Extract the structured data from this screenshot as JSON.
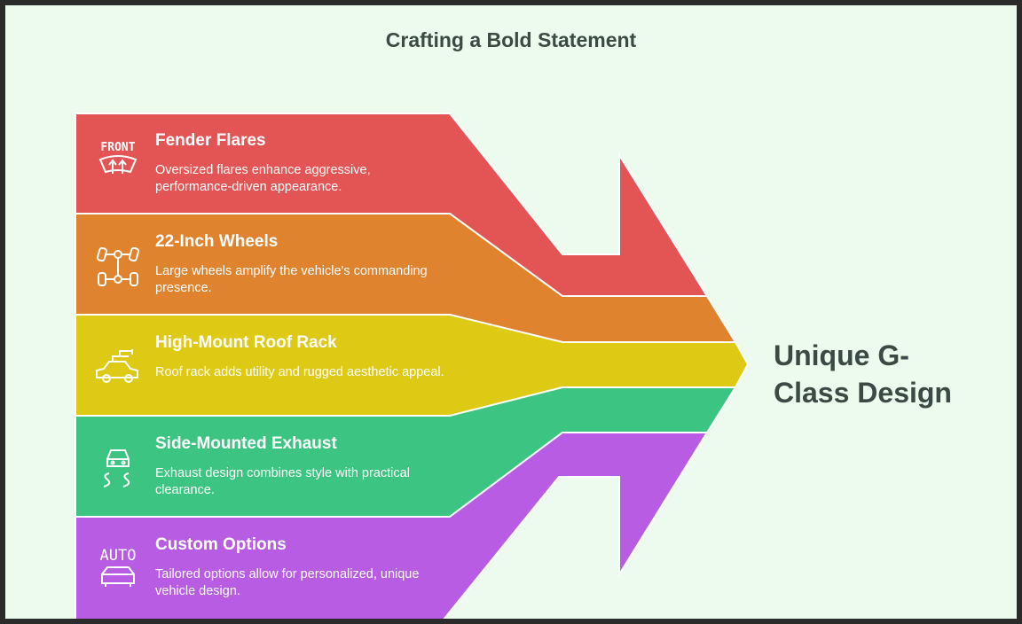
{
  "title": "Crafting a Bold Statement",
  "result": "Unique G-Class Design",
  "colors": {
    "red": "#e35454",
    "orange": "#e0832f",
    "yellow": "#dec914",
    "green": "#3cc482",
    "purple": "#b75ce3"
  },
  "items": [
    {
      "title": "Fender Flares",
      "description": "Oversized flares enhance aggressive, performance-driven appearance.",
      "icon": "front-defrost-icon",
      "icon_text": "FRONT"
    },
    {
      "title": "22-Inch Wheels",
      "description": "Large wheels amplify the vehicle's commanding presence.",
      "icon": "axle-wheels-icon"
    },
    {
      "title": "High-Mount Roof Rack",
      "description": "Roof rack adds utility and rugged aesthetic appeal.",
      "icon": "car-roof-rack-icon"
    },
    {
      "title": "Side-Mounted Exhaust",
      "description": "Exhaust design combines style with practical clearance.",
      "icon": "car-skid-icon"
    },
    {
      "title": "Custom Options",
      "description": "Tailored options allow for personalized, unique vehicle design.",
      "icon": "auto-car-icon",
      "icon_text": "AUTO"
    }
  ]
}
